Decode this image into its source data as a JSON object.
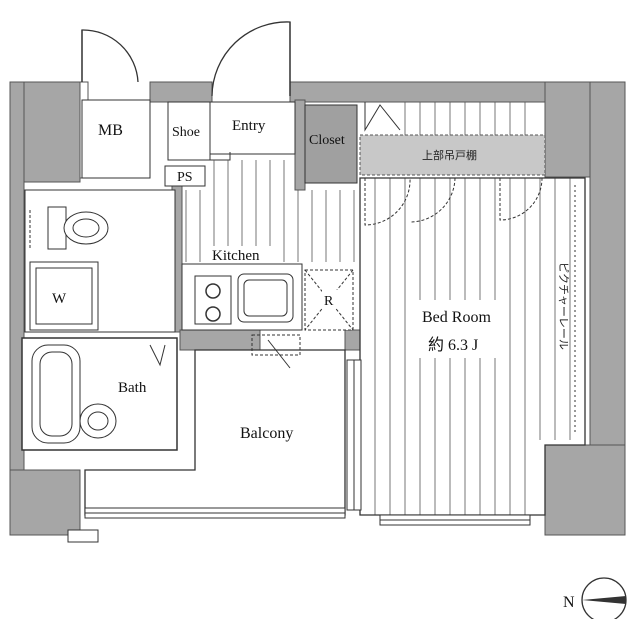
{
  "rooms": {
    "mb": "MB",
    "shoe": "Shoe",
    "entry": "Entry",
    "closet": "Closet",
    "ps": "PS",
    "kitchen": "Kitchen",
    "w": "W",
    "r": "R",
    "bath": "Bath",
    "balcony": "Balcony",
    "bedroom": "Bed Room",
    "bedroom_size": "約 6.3 J"
  },
  "annotations": {
    "upper_shelf": "上部吊戸棚",
    "picture_rail": "ピクチャーレール"
  },
  "compass": {
    "north": "N"
  },
  "colors": {
    "wall": "#a6a6a6",
    "wall_dark": "#8f8f8f",
    "line": "#333333",
    "shelf": "#c8c8c8",
    "background": "#ffffff"
  }
}
